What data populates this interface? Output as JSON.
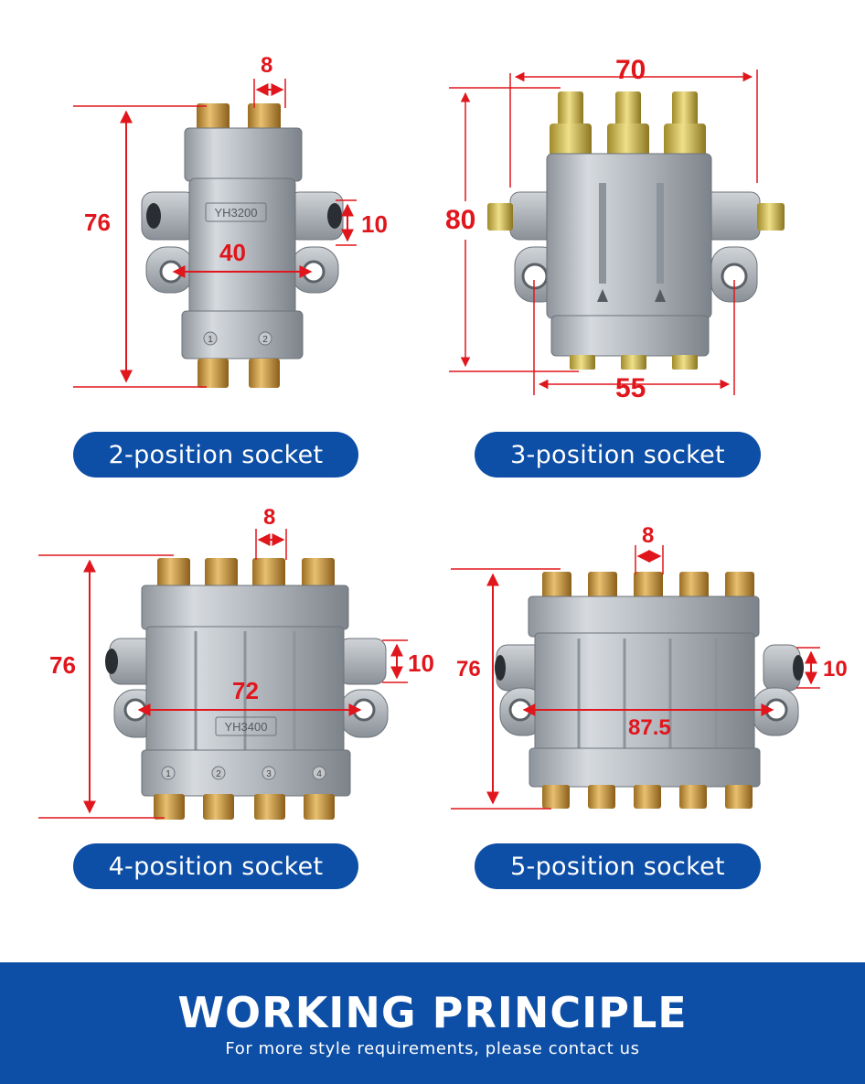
{
  "products": [
    {
      "label": "2-position socket",
      "model": "YH3200",
      "ports": [
        "1",
        "2"
      ],
      "dims": {
        "height": "76",
        "pitch": "8",
        "port": "10",
        "mount": "40"
      }
    },
    {
      "label": "3-position socket",
      "dims": {
        "width": "70",
        "height": "80",
        "mount": "55"
      }
    },
    {
      "label": "4-position socket",
      "model": "YH3400",
      "ports": [
        "1",
        "2",
        "3",
        "4"
      ],
      "dims": {
        "height": "76",
        "pitch": "8",
        "port": "10",
        "mount": "72"
      }
    },
    {
      "label": "5-position socket",
      "dims": {
        "height": "76",
        "pitch": "8",
        "port": "10",
        "mount": "87.5"
      }
    }
  ],
  "banner": {
    "title": "WORKING PRINCIPLE",
    "subtitle": "For more style requirements, please contact us"
  },
  "colors": {
    "accent": "#0d4ea6",
    "dimension": "#e0161c",
    "metal": "#b9bec5",
    "brass": "#c99a3c"
  }
}
